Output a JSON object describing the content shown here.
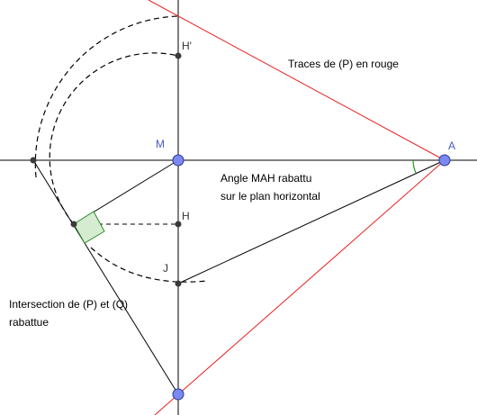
{
  "colors": {
    "trace": "#e8211f",
    "line": "#000000",
    "point_blue": "#7b88f0",
    "point_black": "#3a3a3a",
    "right_angle_fill": "#d6ecd1",
    "right_angle_stroke": "#2e8b2e",
    "angle_arc": "#1f9a1f",
    "label_blue": "#4a59c4"
  },
  "points": {
    "M": "M",
    "A": "A",
    "H": "H",
    "H_prime": "H'",
    "J": "J"
  },
  "annotations": {
    "traces": "Traces de (P) en rouge",
    "angle_line1": "Angle MAH rabattu",
    "angle_line2": "sur le plan horizontal",
    "intersection_line1": "Intersection de (P) et (Q)",
    "intersection_line2": "rabattue"
  }
}
